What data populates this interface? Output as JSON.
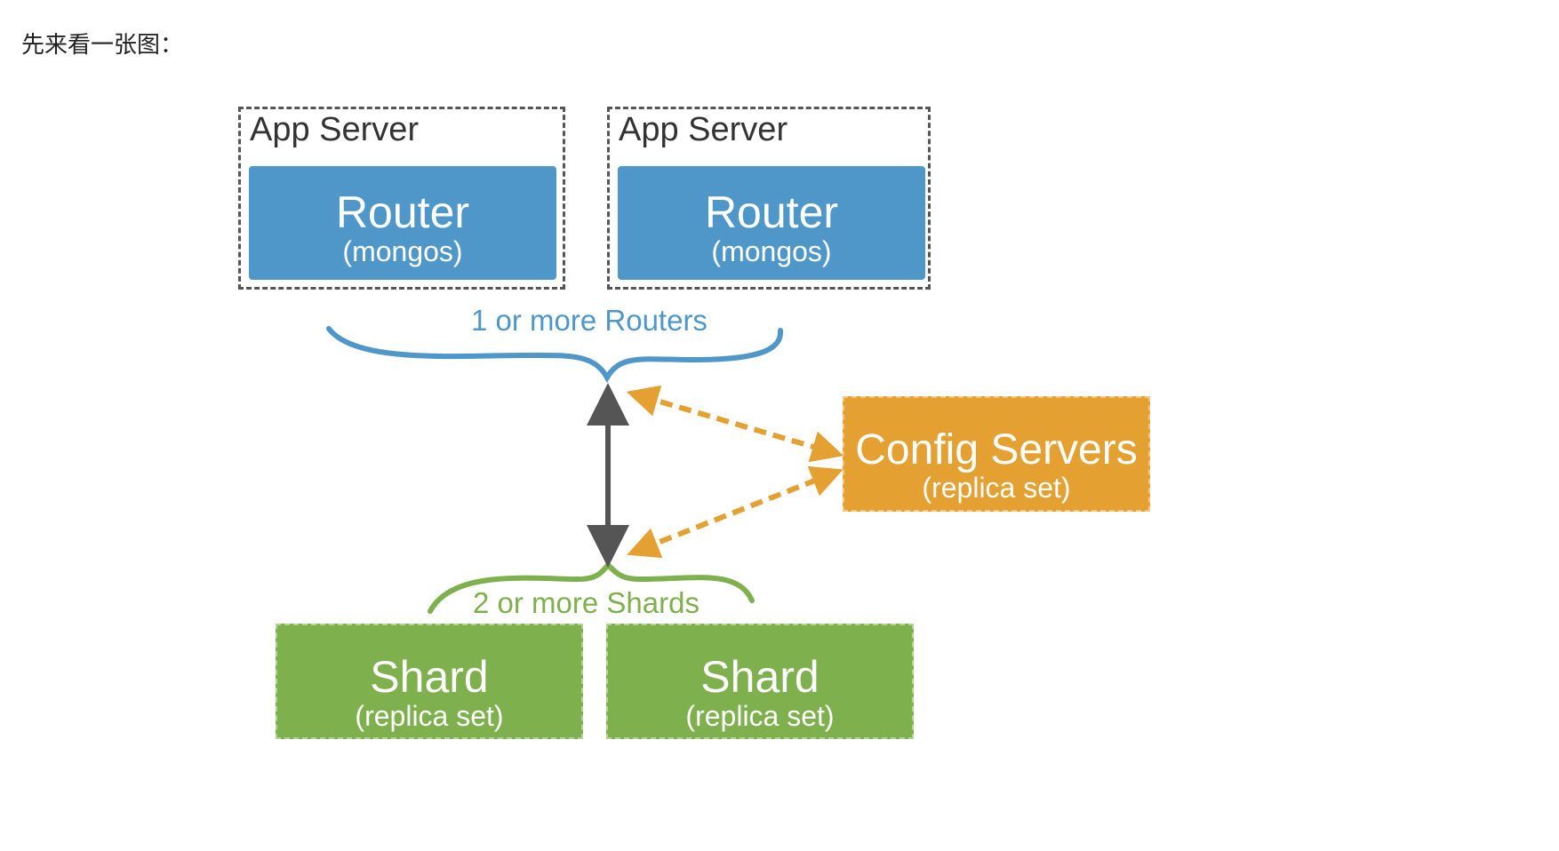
{
  "intro_text": "先来看一张图：",
  "app_servers": [
    {
      "label": "App Server",
      "router_title": "Router",
      "router_subtitle": "(mongos)"
    },
    {
      "label": "App Server",
      "router_title": "Router",
      "router_subtitle": "(mongos)"
    }
  ],
  "routers_label": "1 or more Routers",
  "config": {
    "title": "Config Servers",
    "subtitle": "(replica set)"
  },
  "shards_label": "2 or more Shards",
  "shards": [
    {
      "title": "Shard",
      "subtitle": "(replica set)"
    },
    {
      "title": "Shard",
      "subtitle": "(replica set)"
    }
  ],
  "colors": {
    "router": "#4f97c8",
    "config": "#e5a032",
    "shard": "#7fb04e",
    "connector": "#555555"
  },
  "icons": {
    "router_brace": "curly-brace",
    "shard_brace": "curly-brace",
    "router_shard_link": "double-arrow",
    "config_links": "dashed-double-arrow"
  }
}
